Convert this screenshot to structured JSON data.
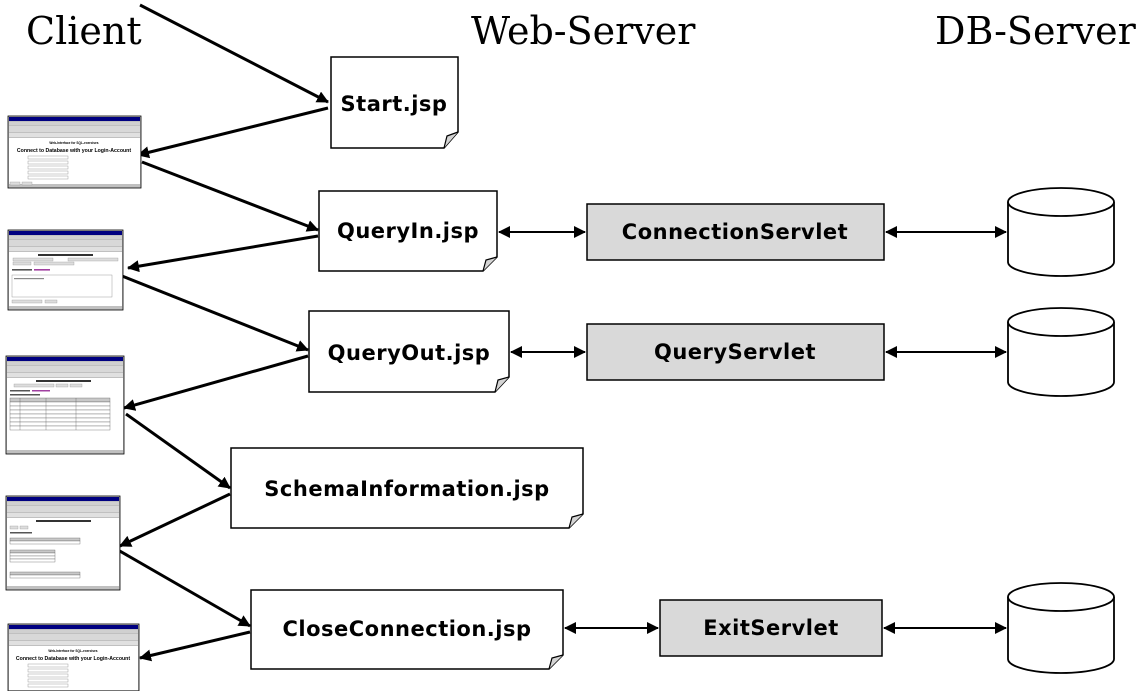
{
  "columns": {
    "client": "Client",
    "web_server": "Web-Server",
    "db_server": "DB-Server"
  },
  "pages": [
    {
      "id": "start",
      "label": "Start.jsp"
    },
    {
      "id": "queryin",
      "label": "QueryIn.jsp"
    },
    {
      "id": "queryout",
      "label": "QueryOut.jsp"
    },
    {
      "id": "schema",
      "label": "SchemaInformation.jsp"
    },
    {
      "id": "close",
      "label": "CloseConnection.jsp"
    }
  ],
  "servlets": [
    {
      "id": "connection",
      "label": "ConnectionServlet"
    },
    {
      "id": "query",
      "label": "QueryServlet"
    },
    {
      "id": "exit",
      "label": "ExitServlet"
    }
  ],
  "thumbnails": {
    "app_title": "Web-Interface for SQL-exercises",
    "login_heading": "Connect to Database with your Login-Account"
  }
}
